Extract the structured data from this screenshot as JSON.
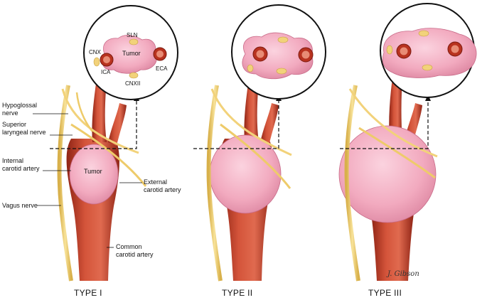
{
  "labels": {
    "hypoglossal": [
      "Hypoglossal",
      "nerve"
    ],
    "superior_laryngeal": [
      "Superior",
      "laryngeal nerve"
    ],
    "internal_carotid": [
      "Internal",
      "carotid artery"
    ],
    "vagus": "Vagus nerve",
    "tumor": "Tumor",
    "external_carotid": [
      "External",
      "carotid artery"
    ],
    "common_carotid": [
      "Common",
      "carotid artery"
    ]
  },
  "inset_labels": {
    "sln": "SLN",
    "cnx": "CNX",
    "tumor": "Tumor",
    "ica": "ICA",
    "eca": "ECA",
    "cnxii": "CNXII"
  },
  "types": [
    "TYPE I",
    "TYPE II",
    "TYPE III"
  ],
  "signature": "J. Gibson",
  "colors": {
    "artery": "#c8412a",
    "artery_dark": "#9e2b1c",
    "tumor": "#f0a8be",
    "tumor_edge": "#c86a88",
    "nerve": "#f2d27a"
  }
}
